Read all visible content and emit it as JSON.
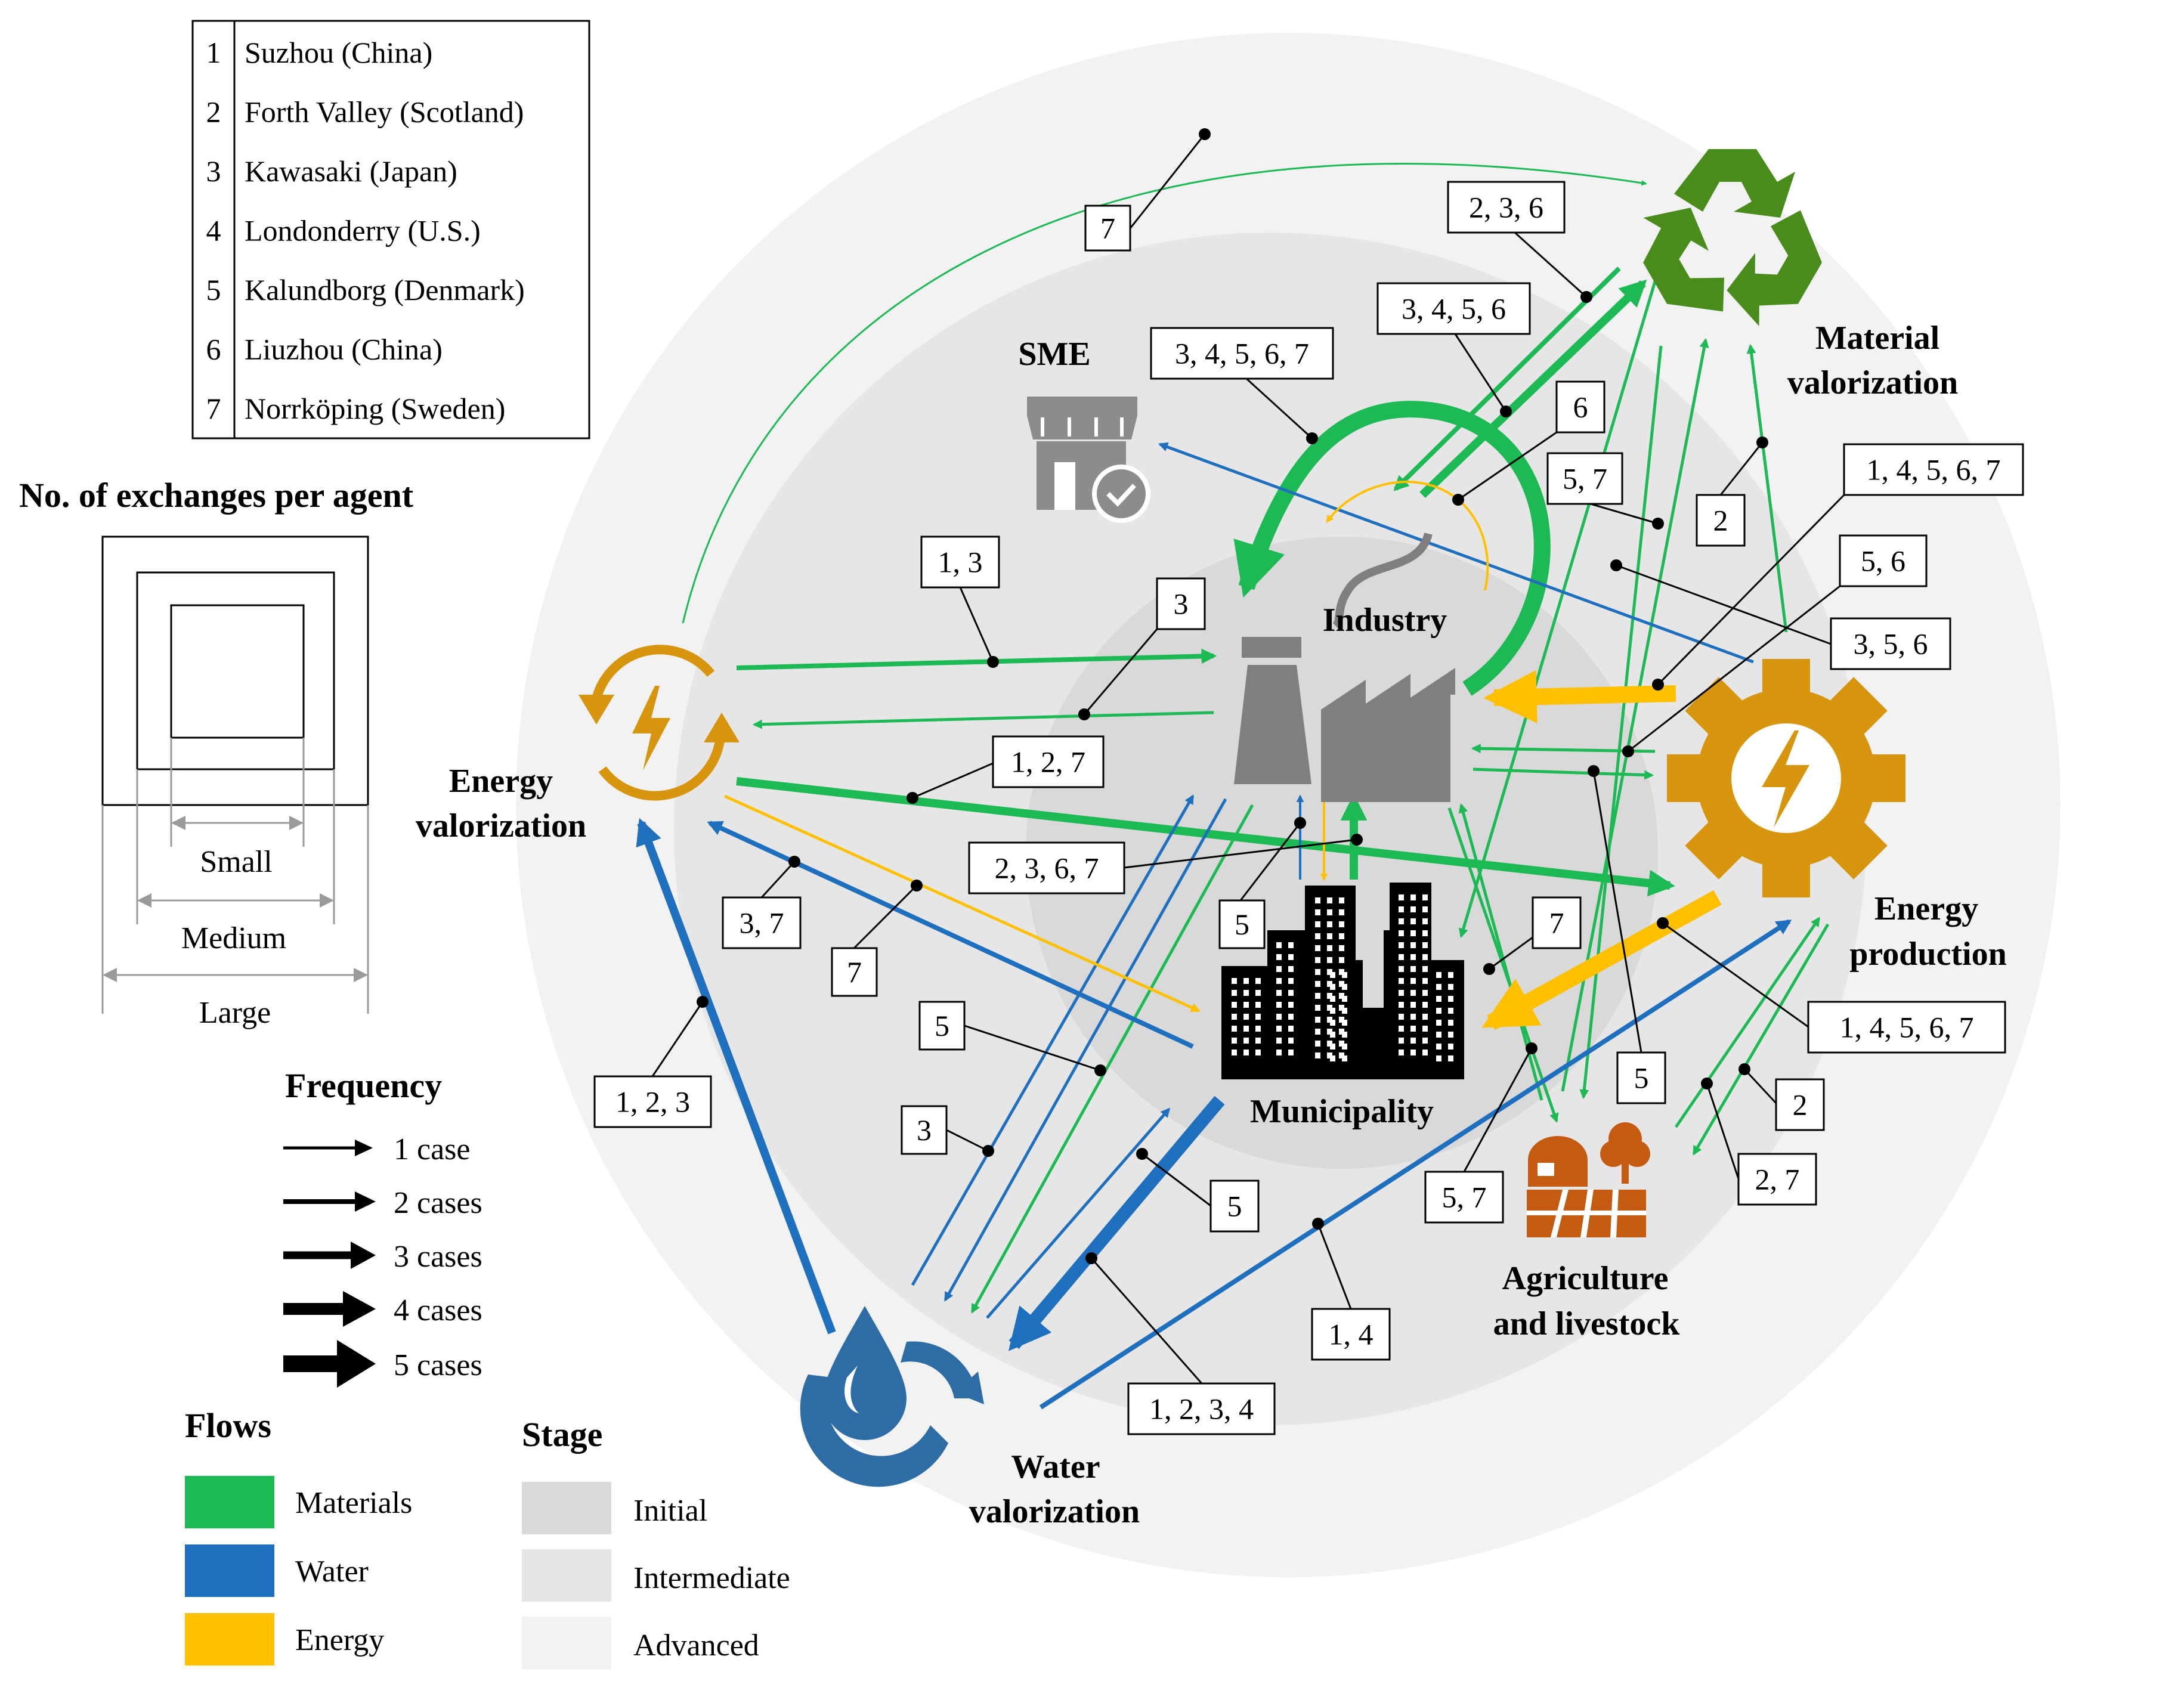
{
  "city_table": [
    {
      "num": "1",
      "name": "Suzhou (China)"
    },
    {
      "num": "2",
      "name": "Forth Valley (Scotland)"
    },
    {
      "num": "3",
      "name": "Kawasaki (Japan)"
    },
    {
      "num": "4",
      "name": "Londonderry (U.S.)"
    },
    {
      "num": "5",
      "name": "Kalundborg (Denmark)"
    },
    {
      "num": "6",
      "name": "Liuzhou (China)"
    },
    {
      "num": "7",
      "name": "Norrköping (Sweden)"
    }
  ],
  "size_legend": {
    "title": "No. of exchanges per agent",
    "small": "Small",
    "medium": "Medium",
    "large": "Large"
  },
  "frequency_legend": {
    "title": "Frequency",
    "items": [
      "1 case",
      "2 cases",
      "3 cases",
      "4 cases",
      "5 cases"
    ]
  },
  "flows_legend": {
    "title": "Flows",
    "items": [
      {
        "label": "Materials",
        "color": "#1db954"
      },
      {
        "label": "Water",
        "color": "#1f6fbf"
      },
      {
        "label": "Energy",
        "color": "#ffc000"
      }
    ]
  },
  "stage_legend": {
    "title": "Stage",
    "items": [
      {
        "label": "Initial",
        "color": "#d9d9d9"
      },
      {
        "label": "Intermediate",
        "color": "#e6e6e6"
      },
      {
        "label": "Advanced",
        "color": "#f2f2f2"
      }
    ]
  },
  "agents": {
    "sme": "SME",
    "industry": "Industry",
    "material_valorization": [
      "Material",
      "valorization"
    ],
    "energy_valorization": [
      "Energy",
      "valorization"
    ],
    "energy_production": [
      "Energy",
      "production"
    ],
    "municipality": "Municipality",
    "agriculture": [
      "Agriculture",
      "and livestock"
    ],
    "water_valorization": [
      "Water",
      "valorization"
    ]
  },
  "flow_labels": [
    "7",
    "2, 3, 6",
    "3, 4, 5, 6",
    "3, 4, 5, 6, 7",
    "6",
    "5, 7",
    "2",
    "1, 4, 5, 6, 7",
    "5, 6",
    "3, 5, 6",
    "1, 3",
    "3",
    "1, 2, 7",
    "2, 3, 6, 7",
    "5",
    "7",
    "3, 7",
    "7",
    "1, 4, 5, 6, 7",
    "5",
    "5",
    "3",
    "5",
    "2",
    "2, 7",
    "5, 7",
    "1, 4",
    "1, 2, 3, 4",
    "1, 2, 3"
  ]
}
